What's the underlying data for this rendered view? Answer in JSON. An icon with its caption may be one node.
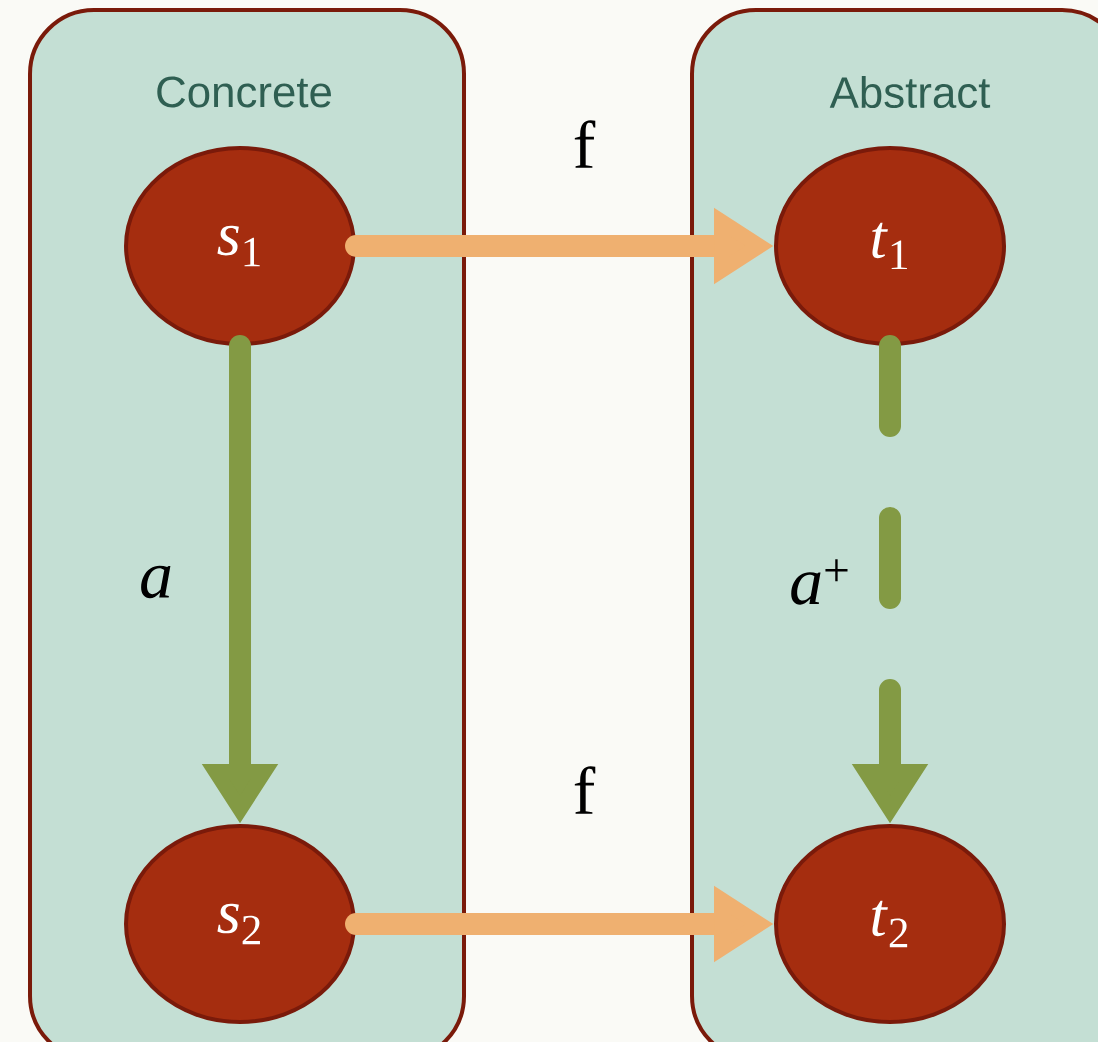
{
  "diagram": {
    "nodes": [
      {
        "text": [
          "Concrete"
        ]
      },
      {
        "text": [
          "*s*$_{1}$"
        ],
        "in": 0
      },
      {
        "text": [
          "*s*$_{2}$"
        ],
        "in": 0
      },
      {
        "text": [
          "Abstract"
        ]
      },
      {
        "text": [
          "*t*$_{1}$"
        ],
        "in": 3
      },
      {
        "text": [
          "*t*$_{2}$"
        ],
        "in": 3
      }
    ],
    "edges": [
      {
        "from": 1,
        "to": 4,
        "arrow": "to",
        "label": "f",
        "color": "#efb070"
      },
      {
        "from": 1,
        "to": 2,
        "arrow": "to",
        "label": "a",
        "color": "#839a44"
      },
      {
        "from": 4,
        "to": 5,
        "arrow": "to",
        "label": "*a*$^{+}$",
        "style": "dashed",
        "color": "#839a44"
      },
      {
        "from": 2,
        "to": 5,
        "arrow": "to",
        "label": "f",
        "color": "#efb070"
      }
    ]
  }
}
